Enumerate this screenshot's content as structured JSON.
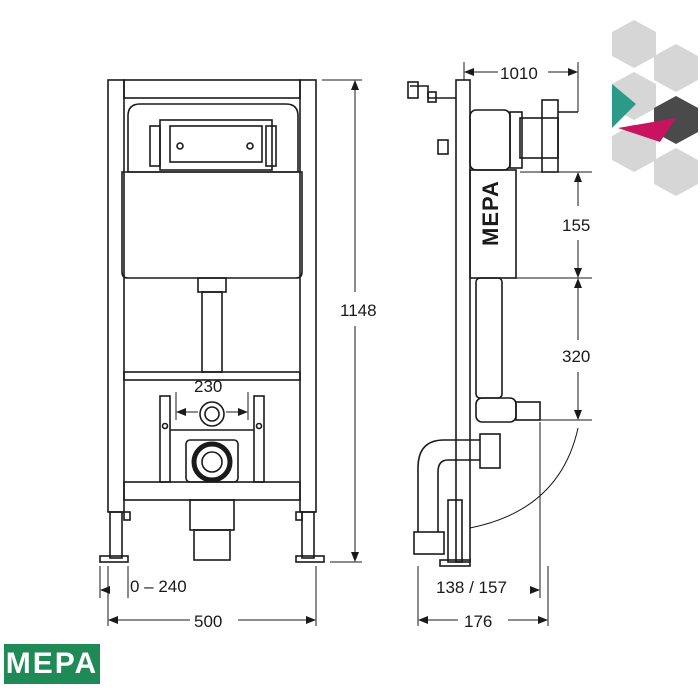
{
  "dimensions": {
    "frame_height": "1148",
    "frame_width": "500",
    "adjustable_range": "0 – 240",
    "outlet_spacing": "230",
    "depth_total": "1010",
    "button_offset": "155",
    "outlet_height": "320",
    "depth_range": "138 / 157",
    "depth_base": "176"
  },
  "branding": {
    "cistern_label": "MEPA",
    "logo_text": "MEPA"
  },
  "colors": {
    "line": "#1a1a1a",
    "logo_bg": "#1f8a55",
    "hex_grey": "#d6d6d6",
    "hex_dark": "#4a4a4a",
    "hex_teal": "#2b9a86",
    "hex_magenta": "#c8135f"
  }
}
